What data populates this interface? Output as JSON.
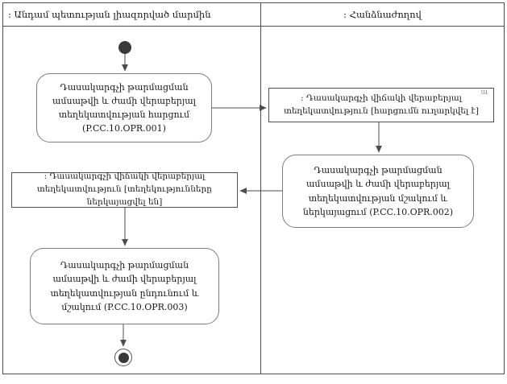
{
  "diagram": {
    "type": "uml-activity-swimlane",
    "lanes": {
      "left": {
        "label": ": Անդամ պետության լիազորված մարմին"
      },
      "right": {
        "label": ": Հանձնաժողով"
      }
    },
    "nodes": {
      "start": {
        "kind": "initial-node"
      },
      "opr001": {
        "kind": "activity",
        "label": "Դասակարգչի թարմացման ամսաթվի և ժամի վերաբերյալ տեղեկատվության հարցում (P.CC.10.OPR.001)"
      },
      "state_info_sent": {
        "kind": "object",
        "label": ": Դասակարգչի վիճակի վերաբերյալ տեղեկատվություն [հարցումն ուղարկվել է]",
        "corner_mark": "ա"
      },
      "opr002": {
        "kind": "activity",
        "label": "Դասակարգչի թարմացման ամսաթվի և ժամի վերաբերյալ տեղեկատվության մշակում և ներկայացում (P.CC.10.OPR.002)"
      },
      "state_info_presented": {
        "kind": "object",
        "label": ": Դասակարգչի վիճակի վերաբերյալ տեղեկատվություն [տեղեկությունները ներկայացվել են]"
      },
      "opr003": {
        "kind": "activity",
        "label": "Դասակարգչի թարմացման ամսաթվի և ժամի վերաբերյալ տեղեկատվության ընդունում և մշակում (P.CC.10.OPR.003)"
      },
      "final": {
        "kind": "activity-final-node"
      }
    },
    "edges": [
      {
        "from": "start",
        "to": "opr001"
      },
      {
        "from": "opr001",
        "to": "state_info_sent"
      },
      {
        "from": "state_info_sent",
        "to": "opr002"
      },
      {
        "from": "opr002",
        "to": "state_info_presented"
      },
      {
        "from": "state_info_presented",
        "to": "opr003"
      },
      {
        "from": "opr003",
        "to": "final"
      }
    ],
    "colors": {
      "line": "#4d4d4d",
      "activity_border": "#7d7d7d",
      "text": "#1a1a1a",
      "background": "#ffffff"
    }
  }
}
